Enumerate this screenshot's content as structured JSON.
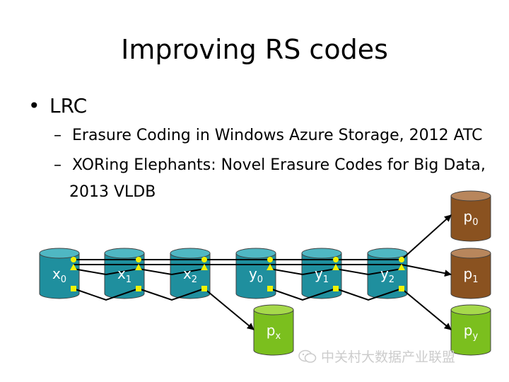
{
  "slide": {
    "title": "Improving RS codes",
    "bullet": "LRC",
    "sub1": "Erasure Coding in Windows Azure Storage, 2012 ATC",
    "sub2": "XORing Elephants: Novel Erasure Codes for Big Data,",
    "sub2_cont": "2013 VLDB",
    "dash": "–",
    "dot": "•"
  },
  "diagram": {
    "data_blocks": [
      {
        "base": "x",
        "sub": "0"
      },
      {
        "base": "x",
        "sub": "1"
      },
      {
        "base": "x",
        "sub": "2"
      },
      {
        "base": "y",
        "sub": "0"
      },
      {
        "base": "y",
        "sub": "1"
      },
      {
        "base": "y",
        "sub": "2"
      }
    ],
    "global_parities": [
      {
        "base": "p",
        "sub": "0"
      },
      {
        "base": "p",
        "sub": "1"
      }
    ],
    "local_parities": [
      {
        "base": "p",
        "sub": "x"
      },
      {
        "base": "p",
        "sub": "y"
      }
    ],
    "colors": {
      "data_body": "#1f8f9e",
      "data_top": "#4fb7c3",
      "global_body": "#8a5220",
      "global_top": "#b8865c",
      "local_body": "#7bbf1e",
      "local_top": "#a6d94b",
      "marker": "#f2f200"
    }
  },
  "watermark": {
    "text": "中关村大数据产业联盟",
    "icon": "wechat-icon"
  }
}
